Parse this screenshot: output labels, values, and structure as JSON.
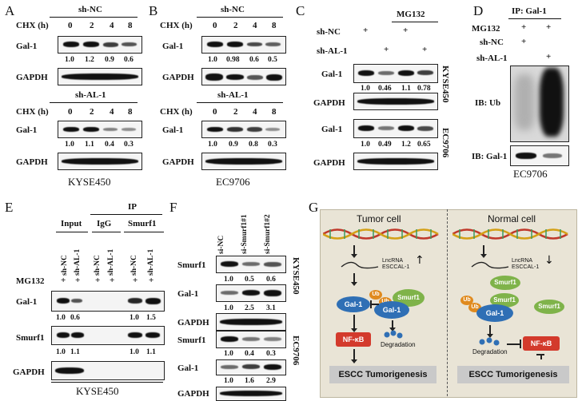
{
  "panelA": {
    "letter": "A",
    "top_group": "sh-NC",
    "bottom_group": "sh-AL-1",
    "cond_label": "CHX (h)",
    "timepoints": [
      "0",
      "2",
      "4",
      "8"
    ],
    "row_gal1": "Gal-1",
    "row_gapdh": "GAPDH",
    "top_values": [
      "1.0",
      "1.2",
      "0.9",
      "0.6"
    ],
    "bottom_values": [
      "1.0",
      "1.1",
      "0.4",
      "0.3"
    ],
    "cell_line": "KYSE450"
  },
  "panelB": {
    "letter": "B",
    "top_group": "sh-NC",
    "bottom_group": "sh-AL-1",
    "cond_label": "CHX (h)",
    "timepoints": [
      "0",
      "2",
      "4",
      "8"
    ],
    "row_gal1": "Gal-1",
    "row_gapdh": "GAPDH",
    "top_values": [
      "1.0",
      "0.98",
      "0.6",
      "0.5"
    ],
    "bottom_values": [
      "1.0",
      "0.9",
      "0.8",
      "0.3"
    ],
    "cell_line": "EC9706"
  },
  "panelC": {
    "letter": "C",
    "treatment": "MG132",
    "row1": "sh-NC",
    "row2": "sh-AL-1",
    "plus": "+",
    "row_gal1": "Gal-1",
    "row_gapdh": "GAPDH",
    "kyse_values": [
      "1.0",
      "0.46",
      "1.1",
      "0.78"
    ],
    "ec_values": [
      "1.0",
      "0.49",
      "1.2",
      "0.65"
    ],
    "kyse": "KYSE450",
    "ec": "EC9706"
  },
  "panelD": {
    "letter": "D",
    "ip": "IP: Gal-1",
    "row1": "MG132",
    "row2": "sh-NC",
    "row3": "sh-AL-1",
    "plus": "+",
    "ib_ub": "IB: Ub",
    "ib_gal1": "IB: Gal-1",
    "cell_line": "EC9706"
  },
  "panelE": {
    "letter": "E",
    "ip": "IP",
    "input": "Input",
    "igg": "IgG",
    "smurf1": "Smurf1",
    "lanes": [
      "sh-NC",
      "sh-AL-1",
      "sh-NC",
      "sh-AL-1",
      "sh-NC",
      "sh-AL-1"
    ],
    "mg132": "MG132",
    "plus": "+",
    "row_gal1": "Gal-1",
    "row_smurf1": "Smurf1",
    "row_gapdh": "GAPDH",
    "gal1_input": [
      "1.0",
      "0.6"
    ],
    "gal1_ip": [
      "1.0",
      "1.5"
    ],
    "smurf_input": [
      "1.0",
      "1.1"
    ],
    "smurf_ip": [
      "1.0",
      "1.1"
    ],
    "cell_line": "KYSE450"
  },
  "panelF": {
    "letter": "F",
    "lanes": [
      "si-NC",
      "si-Smurf1#1",
      "si-Smurf1#2"
    ],
    "row_smurf1": "Smurf1",
    "row_gal1": "Gal-1",
    "row_gapdh": "GAPDH",
    "k_smurf": [
      "1.0",
      "0.5",
      "0.6"
    ],
    "k_gal1": [
      "1.0",
      "2.5",
      "3.1"
    ],
    "e_smurf": [
      "1.0",
      "0.4",
      "0.3"
    ],
    "e_gal1": [
      "1.0",
      "1.6",
      "2.9"
    ],
    "kyse": "KYSE450",
    "ec": "EC9706"
  },
  "panelG": {
    "letter": "G",
    "tumor": "Tumor cell",
    "normal": "Normal cell",
    "lnc1": "LncRNA",
    "lnc2": "ESCCAL-1",
    "up": "↑",
    "down": "↓",
    "ub": "Ub",
    "gal1": "Gal-1",
    "smurf1": "Smurf1",
    "nfkb": "NF-κB",
    "degradation": "Degradation",
    "escc": "ESCC Tumorigenesis"
  }
}
